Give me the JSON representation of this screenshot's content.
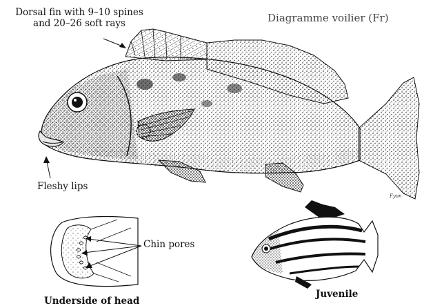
{
  "labels": {
    "dorsal_line1": "Dorsal fin with 9–10 spines",
    "dorsal_line2": "and 20–26 soft rays",
    "french_diagram": "Diagramme voilier (Fr)",
    "fleshy_lips": "Fleshy lips",
    "chin_pores": "Chin pores",
    "underside": "Underside of head",
    "juvenile": "Juvenile"
  },
  "signature": "Fyon"
}
